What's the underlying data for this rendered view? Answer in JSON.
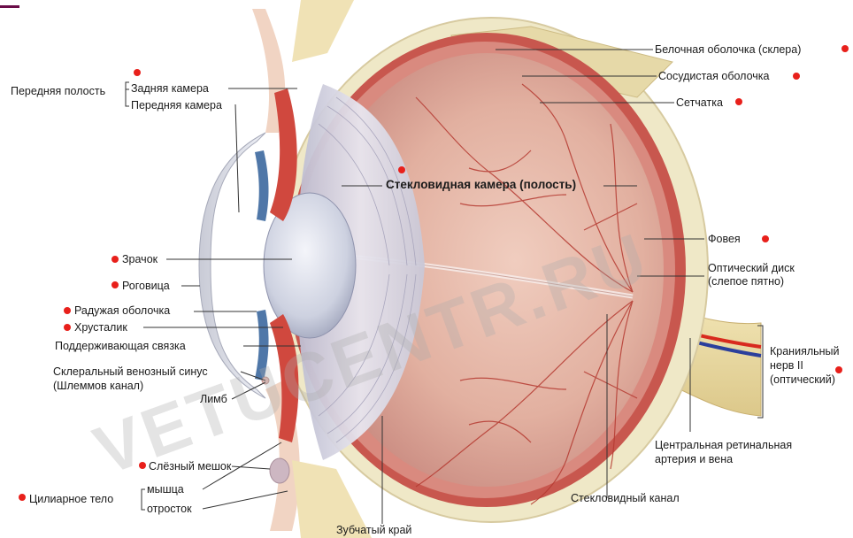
{
  "watermark": "VETUCENTR.RU",
  "colors": {
    "sclera": "#efe8c7",
    "choroid": "#c8574e",
    "retina_vessels": "#b53a31",
    "vitreous": "#e7c0b2",
    "lens": "#d8dbe8",
    "iris": "#4f77a8",
    "marker": "#e8201b",
    "artery": "#d82a1e",
    "vein": "#2b3f9c",
    "accent": "#6a0d48"
  },
  "labels": {
    "sclera": "Белочная оболочка (склера)",
    "choroid": "Сосудистая оболочка",
    "retina": "Сетчатка",
    "anterior_cavity": "Передняя полость",
    "posterior_chamber": "Задняя камера",
    "anterior_chamber": "Передняя камера",
    "vitreous_chamber": "Стекловидная  камера (полость)",
    "pupil": "Зрачок",
    "cornea": "Роговица",
    "iris": "Радужая оболочка",
    "lens": "Хрусталик",
    "suspensory_ligament": "Поддерживающая связка",
    "scleral_sinus_1": "Склеральный венозный синус",
    "scleral_sinus_2": "(Шлеммов канал)",
    "limbus": "Лимб",
    "lacrimal_sac": "Слёзный мешок",
    "ciliary_body": "Цилиарное тело",
    "muscle": "мышца",
    "process": "отросток",
    "ora_serrata": "Зубчатый край",
    "hyaloid_canal": "Стекловидный канал",
    "central_artery_1": "Центральная ретинальная",
    "central_artery_2": "артерия и вена",
    "optic_nerve_1": "Кранияльный",
    "optic_nerve_2": "нерв II",
    "optic_nerve_3": "(оптический)",
    "optic_disc_1": "Оптический диск",
    "optic_disc_2": "(слепое пятно)",
    "fovea": "Фовея"
  }
}
